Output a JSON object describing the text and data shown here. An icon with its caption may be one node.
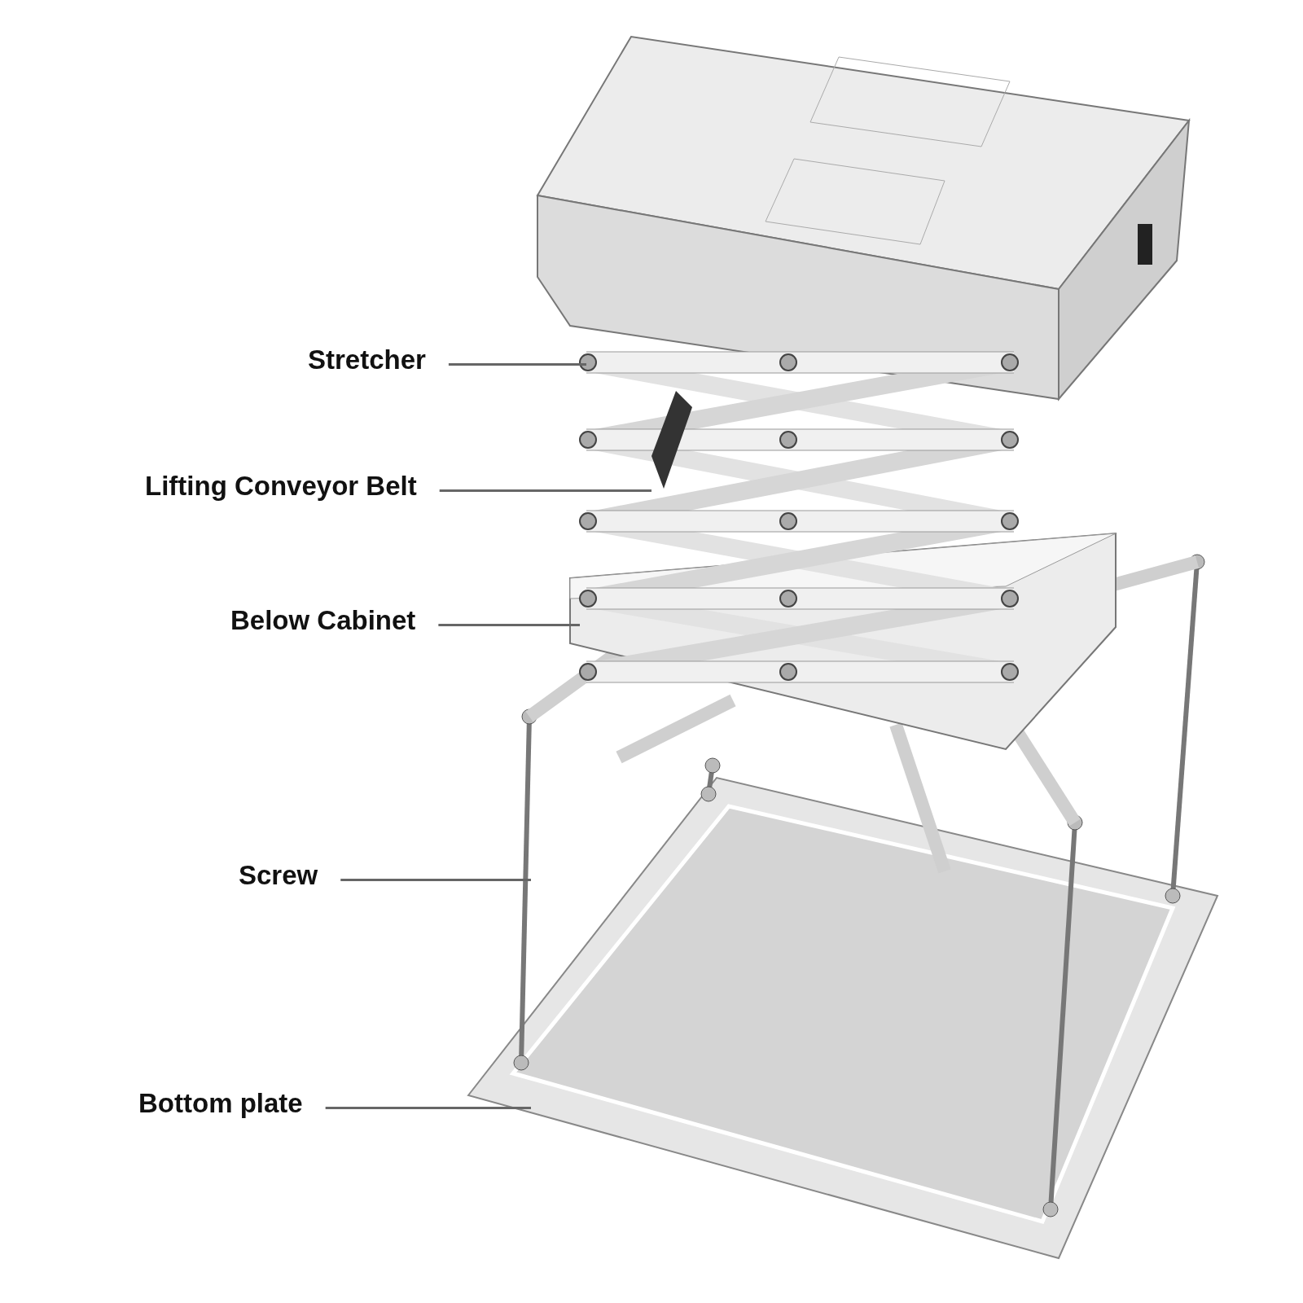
{
  "diagram": {
    "nodes": [
      {
        "text": [
          "Stretcher"
        ]
      },
      {
        "text": [
          "Lifting Conveyor Belt"
        ]
      },
      {
        "text": [
          "Below Cabinet"
        ]
      },
      {
        "text": [
          "Screw"
        ]
      },
      {
        "text": [
          "Bottom plate"
        ]
      }
    ],
    "edges": [
      {
        "from": 0,
        "to": null,
        "arrow": "none"
      },
      {
        "from": 1,
        "to": null,
        "arrow": "none"
      },
      {
        "from": 2,
        "to": null,
        "arrow": "none"
      },
      {
        "from": 3,
        "to": null,
        "arrow": "none"
      },
      {
        "from": 4,
        "to": null,
        "arrow": "none"
      }
    ]
  }
}
